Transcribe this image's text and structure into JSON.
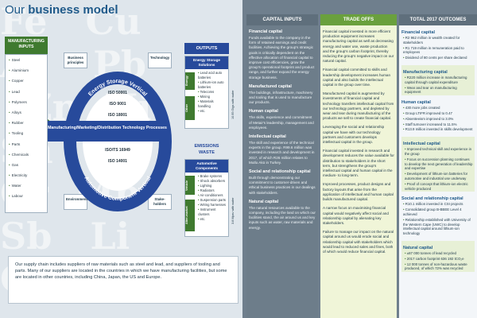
{
  "title": {
    "prefix": "Our ",
    "bold": "business model"
  },
  "manufacturing": {
    "heading": "MANUFACTURING INPUTS",
    "items": [
      "Steel",
      "Aluminium",
      "Copper",
      "Lead",
      "Polymers",
      "Alloys",
      "Rubber",
      "Tooling",
      "Parts",
      "Chemicals",
      "Gas",
      "Electricity",
      "Water",
      "Labour"
    ]
  },
  "boxes": {
    "business_principles": "Business principles",
    "technology": "Technology",
    "environment": "Environment",
    "stakeholders": "Stake-holders"
  },
  "ring": {
    "energy_vertical": "Energy Storage Vertical",
    "automotive_vertical": "Automotive Component Vertical",
    "band": "Manufacturing/Marketing/Distribution Technology Processes",
    "iso": [
      "ISO 50001",
      "ISO 9001",
      "ISO 18001",
      "ISO/TS 16949",
      "ISO 14001"
    ]
  },
  "outputs": {
    "heading": "OUTPUTS",
    "energy": {
      "title": "Energy Storage Solutions",
      "category": "Energy",
      "other": "Other",
      "items": [
        "Lead acid auto batteries",
        "Lithium-ion auto batteries",
        "Telecoms",
        "Mining",
        "Materials handling",
        "etc."
      ]
    },
    "automotive": {
      "title": "Automotive Components",
      "category": "Vehicle",
      "after": "After-market",
      "items": [
        "Brake systems",
        "Shock absorbers",
        "Lighting",
        "Radiators",
        "Air-conditioners",
        "Suspension parts",
        "Wiring harnesses",
        "Instrument clusters",
        "etc."
      ]
    },
    "side_note_1": "10.95 Gigs with water",
    "side_note_2": "3.8 Mpsv with water",
    "emissions": "EMISSIONS",
    "waste": "WASTE"
  },
  "chain_note": "Our supply chain includes suppliers of raw materials such as steel and lead, and suppliers of tooling and parts. Many of our suppliers are located in the countries in which we have manufacturing facilities, but some are located in other countries, including China, Japan, the US and Europe.",
  "capital_inputs": {
    "heading": "CAPITAL INPUTS",
    "sections": [
      {
        "title": "Financial capital",
        "text": "Funds available to the company in the form of retained earnings and credit facilities. Achieving the group's strategic goals is critically dependent on the effective allocation of financial capital to improve cost efficiencies, grow the group's operational footprint and product range, and further expand the energy storage business."
      },
      {
        "title": "Manufactured capital",
        "text": "The buildings, infrastructure, machinery and tooling that is used to manufacture our products."
      },
      {
        "title": "Human capital",
        "text": "The skills, experience and commitment of Metair's leadership, management and employees."
      },
      {
        "title": "Intellectual capital",
        "text": "The skill and experience of the technical experts in the group. R99.6 million was invested in research and development in 2017, of which R26 million relates to Mutlu Akü in Turkey."
      },
      {
        "title": "Social and relationship capital",
        "text": "Built through demonstrating our commitment to customer-driven and ethical business practices in our dealings with stakeholders."
      },
      {
        "title": "Natural capital",
        "text": "The natural resources available to the company, including the land on which our facilities stand, the air around us and key inputs such as water, raw materials and energy."
      }
    ]
  },
  "trade_offs": {
    "heading": "TRADE OFFS",
    "paras": [
      "Financial capital invested in more efficient production equipment increases manufacturing capital as well as decreasing energy and water use, waste production and the group's carbon footprint, thereby reducing the group's negative impact on our natural capital.",
      "Financial capital committed to skills and leadership development increases human capital and also builds the intellectual capital in the group over time.",
      "Manufactured capital is augmented by investments of financial capital and technology transfers intellectual capital from our technology partners, and depleted by wear and tear during manufacturing of the products we sell to create financial capital.",
      "Leveraging the social and relationship capital we have with our technology partners and customers develops intellectual capital in the group.",
      "Financial capital invested in research and development reduces the value available for distribution to stakeholders in the short term, but strengthens the group's intellectual capital and human capital in the medium- to long-term.",
      "Improved processes, product designs and factory layouts that arise from the application of intellectual and human capital builds manufactured capital.",
      "A narrow focus on maximising financial capital would negatively affect social and relationship capital by alienating key stakeholders.",
      "Failure to manage our impact on the natural capital around us would erode social and relationship capital with stakeholders which would lead to reduced sales and fines, both of which would reduce financial capital."
    ]
  },
  "outcomes": {
    "heading": "TOTAL 2017 OUTCOMES",
    "sections": [
      {
        "title": "Financial capital",
        "items": [
          "R2 962 million in wealth created for stakeholders",
          "R1 719 million in remuneration paid to employees",
          "Dividend of 80 cents per share declared"
        ]
      },
      {
        "title": "Manufacturing capital",
        "items": [
          "R220 million increase in manufacturing capital through capital expenditure",
          "Wear and tear on manufacturing equipment"
        ]
      },
      {
        "title": "Human capital",
        "items": [
          "430 more jobs created",
          "Group LTIFR improved to 0.47",
          "Absenteeism improved to 3.0%",
          "Staff turnover increased to 11.5%",
          "R13.9 million invested in skills development"
        ]
      },
      {
        "title": "Intellectual capital",
        "items": [
          "Improved technical skill and experience in the group",
          "Focus on succession planning continues to develop the next generation of leadership and expertise",
          "Development of lithium-ion batteries for automotive and industrial use underway",
          "Proof of concept that lithium-ion electric vehicle produced"
        ]
      },
      {
        "title": "Social and relationship capital",
        "items": [
          "R10.1 million invested in CSI projects",
          "Consolidated group B-BBEE Level 4 achieved",
          "Relationship established with University of the Western Cape (UWC) to develop intellectual capital around lithium-ion technology"
        ]
      },
      {
        "title": "Natural capital",
        "items": [
          "±87 000 tonnes of lead recycled",
          "2017 carbon footprint 636 192 tCO₂e",
          "12 000 tonnes of non-hazardous waste produced, of which 72% was recycled"
        ]
      }
    ]
  },
  "colors": {
    "navy": "#274a9b",
    "green": "#3f7a2f",
    "lime": "#6aa03d",
    "slate": "#6d7d8a"
  }
}
